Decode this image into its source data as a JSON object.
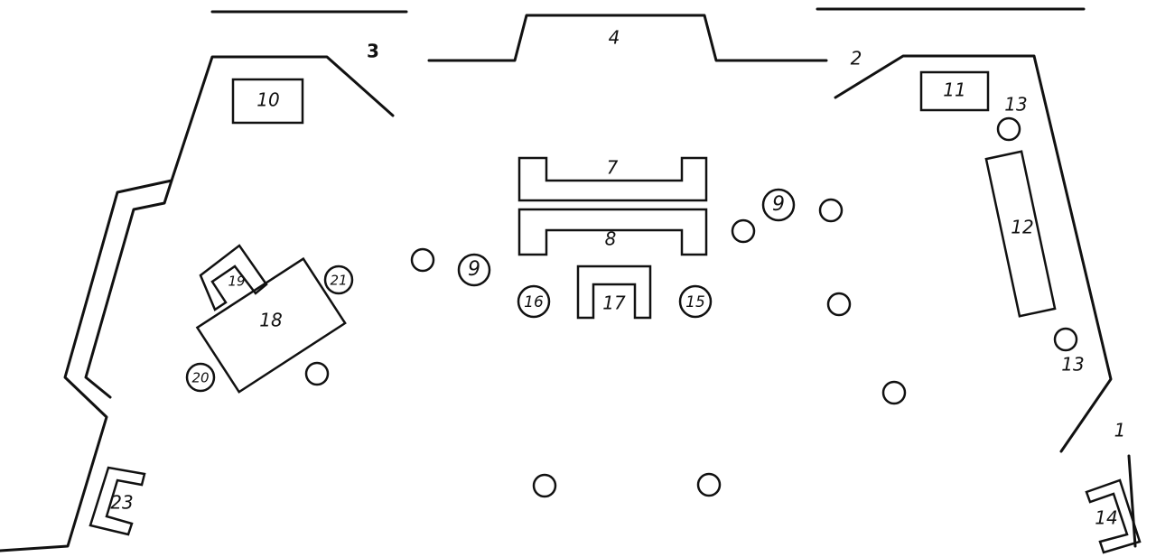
{
  "labels": {
    "l1": "1",
    "l2": "2",
    "l3": "3",
    "l4": "4",
    "l7": "7",
    "l8": "8",
    "l9a": "9",
    "l9b": "9",
    "l10": "10",
    "l11": "11",
    "l12": "12",
    "l13a": "13",
    "l13b": "13",
    "l14": "14",
    "l15": "15",
    "l16": "16",
    "l17": "17",
    "l18": "18",
    "l19": "19",
    "l20": "20",
    "l21": "21",
    "l23": "23"
  },
  "colors": {
    "ink": "#111111",
    "paper": "#ffffff"
  }
}
